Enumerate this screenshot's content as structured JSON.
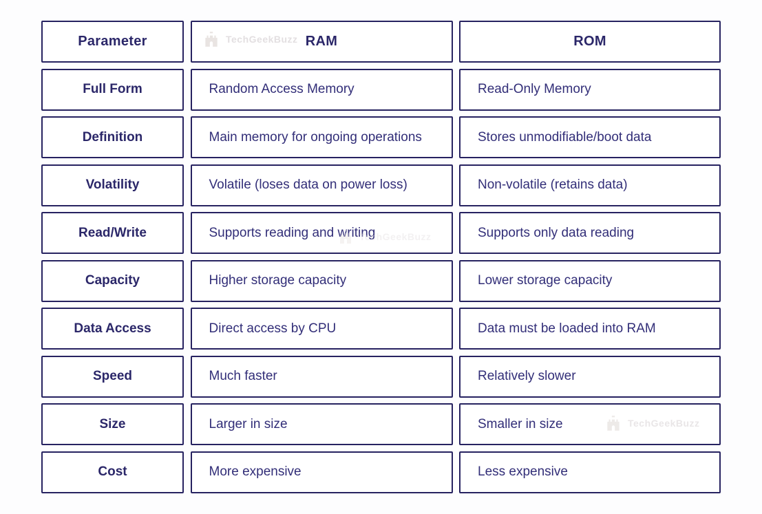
{
  "watermark": {
    "text": "TechGeekBuzz",
    "icon": "castle-logo-icon"
  },
  "colors": {
    "text": "#322e78",
    "label_text": "#2b2769",
    "border": "#262260",
    "cell_background": "#ffffff",
    "page_background": "#fdfdfe",
    "watermark": "#e2dee0"
  },
  "table": {
    "headers": [
      "Parameter",
      "RAM",
      "ROM"
    ],
    "rows": [
      {
        "parameter": "Full Form",
        "ram": "Random Access Memory",
        "rom": "Read-Only Memory"
      },
      {
        "parameter": "Definition",
        "ram": "Main memory for ongoing operations",
        "rom": "Stores unmodifiable/boot data"
      },
      {
        "parameter": "Volatility",
        "ram": "Volatile (loses data on power loss)",
        "rom": "Non-volatile (retains data)"
      },
      {
        "parameter": "Read/Write",
        "ram": "Supports reading and writing",
        "rom": "Supports only data reading"
      },
      {
        "parameter": "Capacity",
        "ram": "Higher storage capacity",
        "rom": "Lower storage capacity"
      },
      {
        "parameter": "Data Access",
        "ram": "Direct access by CPU",
        "rom": "Data must be loaded into RAM"
      },
      {
        "parameter": "Speed",
        "ram": "Much faster",
        "rom": "Relatively slower"
      },
      {
        "parameter": "Size",
        "ram": "Larger in size",
        "rom": "Smaller in size"
      },
      {
        "parameter": "Cost",
        "ram": "More expensive",
        "rom": "Less expensive"
      }
    ]
  }
}
